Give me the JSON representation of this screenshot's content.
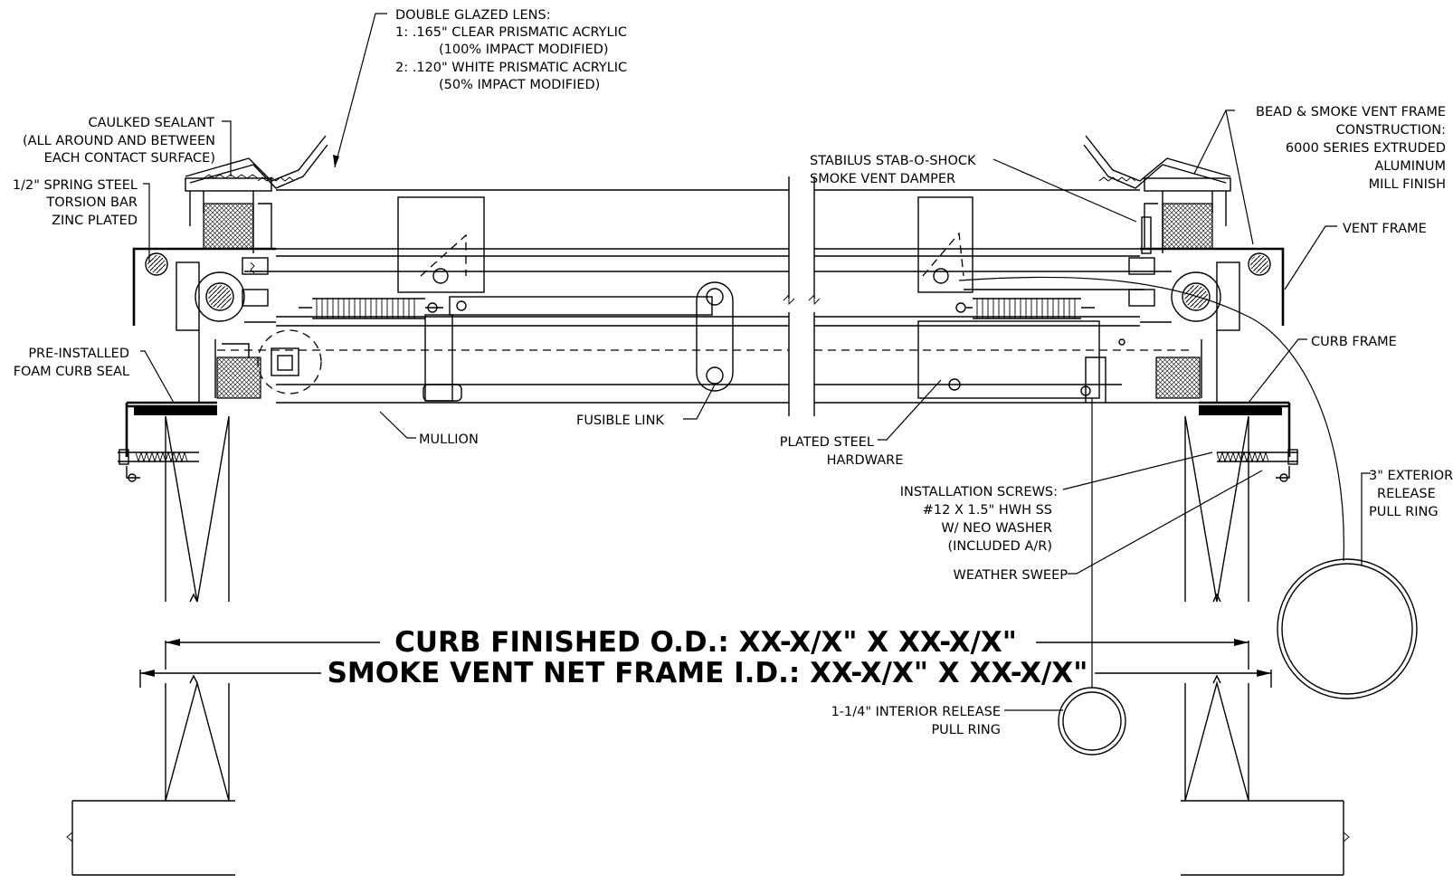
{
  "drawing": {
    "labels": {
      "lens_title": "DOUBLE GLAZED LENS:",
      "lens_1": "1:  .165\" CLEAR PRISMATIC ACRYLIC",
      "lens_1b": "(100% IMPACT MODIFIED)",
      "lens_2": "2:  .120\" WHITE PRISMATIC ACRYLIC",
      "lens_2b": "(50% IMPACT MODIFIED)",
      "sealant_1": "CAULKED SEALANT",
      "sealant_2": "(ALL AROUND AND BETWEEN",
      "sealant_3": "EACH CONTACT SURFACE)",
      "torsion_1": "1/2\" SPRING STEEL",
      "torsion_2": "TORSION BAR",
      "torsion_3": "ZINC PLATED",
      "foam_1": "PRE-INSTALLED",
      "foam_2": "FOAM CURB SEAL",
      "damper_1": "STABILUS STAB-O-SHOCK",
      "damper_2": "SMOKE VENT DAMPER",
      "bead_1": "BEAD & SMOKE VENT FRAME",
      "bead_2": "CONSTRUCTION:",
      "bead_3": "6000 SERIES EXTRUDED",
      "bead_4": "ALUMINUM",
      "bead_5": "MILL FINISH",
      "vent_frame": "VENT FRAME",
      "curb_frame": "CURB FRAME",
      "fusible_link": "FUSIBLE LINK",
      "mullion": "MULLION",
      "hardware_1": "PLATED STEEL",
      "hardware_2": "HARDWARE",
      "screws_1": "INSTALLATION SCREWS:",
      "screws_2": "#12 X 1.5\" HWH SS",
      "screws_3": "W/ NEO WASHER",
      "screws_4": "(INCLUDED A/R)",
      "sweep": "WEATHER SWEEP",
      "ext_ring_1": "3\" EXTERIOR",
      "ext_ring_2": "RELEASE",
      "ext_ring_3": "PULL RING",
      "int_ring_1": "1-1/4\" INTERIOR RELEASE",
      "int_ring_2": "PULL RING"
    },
    "dimensions": {
      "curb_od": "CURB FINISHED O.D.: XX-X/X\" X XX-X/X\"",
      "vent_id": "SMOKE VENT NET FRAME I.D.: XX-X/X\" X XX-X/X\""
    }
  }
}
